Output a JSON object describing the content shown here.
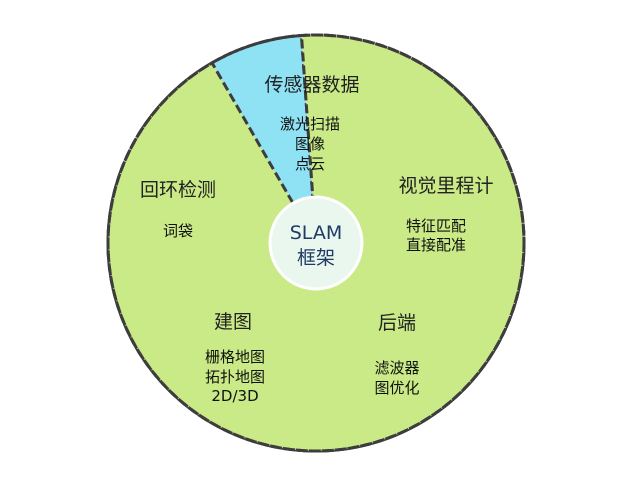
{
  "center": {
    "line1": "SLAM",
    "line2": "框架"
  },
  "sections": [
    {
      "id": "sensor",
      "title": "传感器数据",
      "items": [
        "激光扫描",
        "图像",
        "点云"
      ],
      "color": "#f08f98"
    },
    {
      "id": "vo",
      "title": "视觉里程计",
      "items": [
        "特征匹配",
        "直接配准"
      ],
      "color": "#fbe98c"
    },
    {
      "id": "backend",
      "title": "后端",
      "items": [
        "滤波器",
        "图优化"
      ],
      "color": "#f8be8a"
    },
    {
      "id": "mapping",
      "title": "建图",
      "items": [
        "栅格地图",
        "拓扑地图",
        "2D/3D"
      ],
      "color": "#9de37f"
    },
    {
      "id": "loop",
      "title": "回环检测",
      "items": [
        "词袋"
      ],
      "color": "#8fe1f4"
    }
  ],
  "connector_color": "#c9ea86",
  "center_color": "#e9f7ee"
}
